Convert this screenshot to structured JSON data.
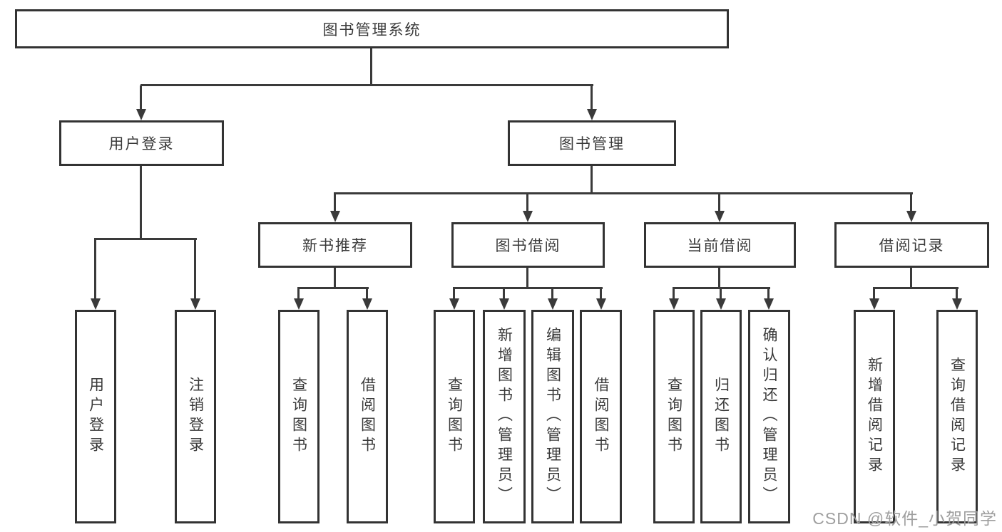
{
  "diagram": {
    "root": "图书管理系统",
    "branches": [
      {
        "label": "用户登录",
        "children": [
          "用户登录",
          "注销登录"
        ]
      },
      {
        "label": "图书管理",
        "children": [
          {
            "label": "新书推荐",
            "children": [
              "查询图书",
              "借阅图书"
            ]
          },
          {
            "label": "图书借阅",
            "children": [
              "查询图书",
              "新增图书（管理员）",
              "编辑图书（管理员）",
              "借阅图书"
            ]
          },
          {
            "label": "当前借阅",
            "children": [
              "查询图书",
              "归还图书",
              "确认归还（管理员）"
            ]
          },
          {
            "label": "借阅记录",
            "children": [
              "新增借阅记录",
              "查询借阅记录"
            ]
          }
        ]
      }
    ],
    "watermark": "CSDN @软件_小贺同学",
    "colors": {
      "background": "#ffffff",
      "box_border": "#333333",
      "line": "#3a3a3a",
      "text": "#3a3a3a",
      "watermark_text": "#9e9e9e"
    }
  }
}
